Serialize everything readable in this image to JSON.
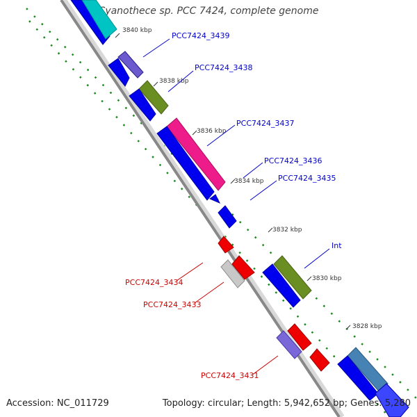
{
  "title": "Cyanothece sp. PCC 7424, complete genome",
  "accession": "Accession: NC_011729",
  "topology": "Topology: circular; Length: 5,942,652 bp; Genes: 5,280",
  "ticks": [
    {
      "id": "t3840",
      "label": "3840 kbp"
    },
    {
      "id": "t3838",
      "label": "3838 kbp"
    },
    {
      "id": "t3836",
      "label": "3836 kbp"
    },
    {
      "id": "t3834",
      "label": "3834 kbp"
    },
    {
      "id": "t3832",
      "label": "3832 kbp"
    },
    {
      "id": "t3830",
      "label": "3830 kbp"
    },
    {
      "id": "t3828",
      "label": "3828 kbp"
    }
  ],
  "gene_labels": [
    {
      "id": "g3439",
      "label": "PCC7424_3439",
      "color": "#0000cc"
    },
    {
      "id": "g3438",
      "label": "PCC7424_3438",
      "color": "#0000cc"
    },
    {
      "id": "g3437",
      "label": "PCC7424_3437",
      "color": "#0000cc"
    },
    {
      "id": "g3436",
      "label": "PCC7424_3436",
      "color": "#0000cc"
    },
    {
      "id": "g3435",
      "label": "PCC7424_3435",
      "color": "#0000cc"
    },
    {
      "id": "gint",
      "label": "Int",
      "color": "#0000cc"
    },
    {
      "id": "g3434",
      "label": "PCC7424_3434",
      "color": "#cc0000"
    },
    {
      "id": "g3433",
      "label": "PCC7424_3433",
      "color": "#cc0000"
    },
    {
      "id": "g3431",
      "label": "PCC7424_3431",
      "color": "#cc0000"
    }
  ],
  "colors": {
    "backbone": "#888888",
    "gc_dots": "#1a8a1a",
    "cds_blue": "#0000ee",
    "cyan": "#00c4c4",
    "olive": "#6b8e23",
    "magenta": "#ee1b8a",
    "red": "#ee0000",
    "grey_gene": "#c8c8c8",
    "purple": "#7b68d8",
    "steelblue": "#4682b4",
    "label_forward": "#0000cc",
    "label_reverse": "#cc0000"
  }
}
